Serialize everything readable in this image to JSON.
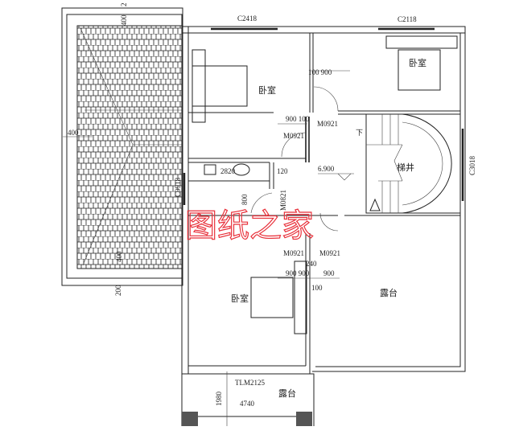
{
  "labels": {
    "window_top_left": "C2418",
    "window_top_right": "C2118",
    "window_right": "C3018",
    "window_left": "C0918",
    "bedroom": "卧室",
    "stairwell": "梯井",
    "terrace": "露台",
    "down": "下",
    "elevation": "6.900",
    "door_a": "M0921",
    "door_b": "M0821",
    "sliding_door": "TLM2125"
  },
  "dimensions": {
    "d100_900_top": "100 900",
    "d900_100_mid": "900 100",
    "d2820": "2820",
    "d120": "120",
    "d800": "800",
    "d900_900_bottom": "900 900",
    "d240": "240",
    "d100": "100",
    "d900": "900",
    "d1980": "1980",
    "d4740": "4740",
    "d400_left": "400",
    "d400_top": "400",
    "d400_bottom": "400",
    "d200": "200",
    "d2": "2"
  },
  "watermark": "图纸之家",
  "colors": {
    "lines": "#222222",
    "watermark": "#e8303a",
    "column": "#555555"
  }
}
